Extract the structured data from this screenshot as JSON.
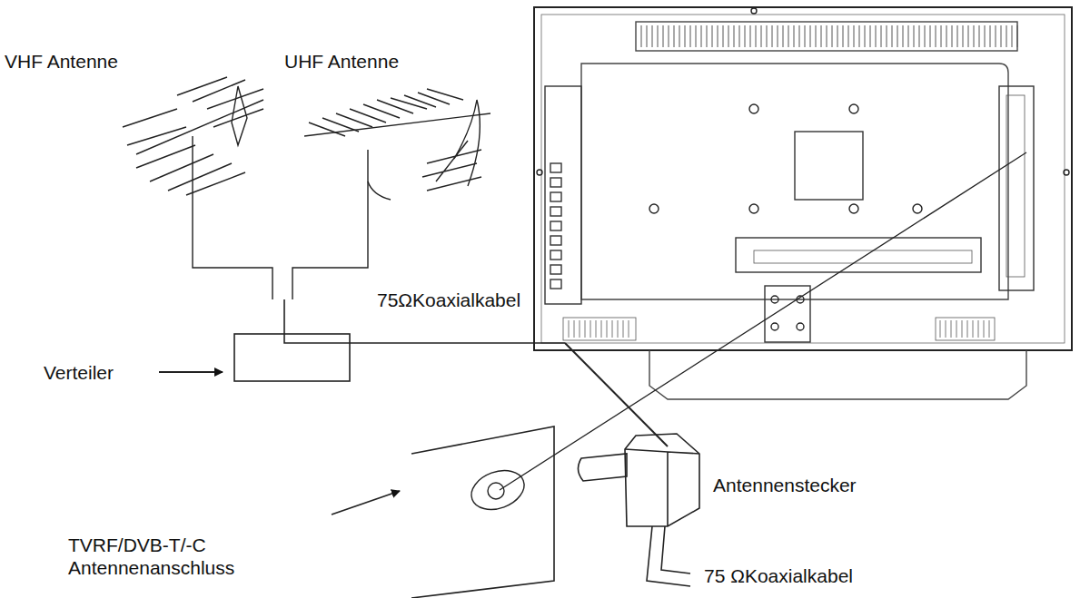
{
  "diagram": {
    "labels": [
      "VHF Antenne",
      "UHF Antenne",
      "75ΩKoaxialkabel",
      "Verteiler",
      "TVRF/DVB-T/-C Antennenanschluss",
      "Antennenstecker",
      "75 ΩKoaxialkabel"
    ]
  }
}
